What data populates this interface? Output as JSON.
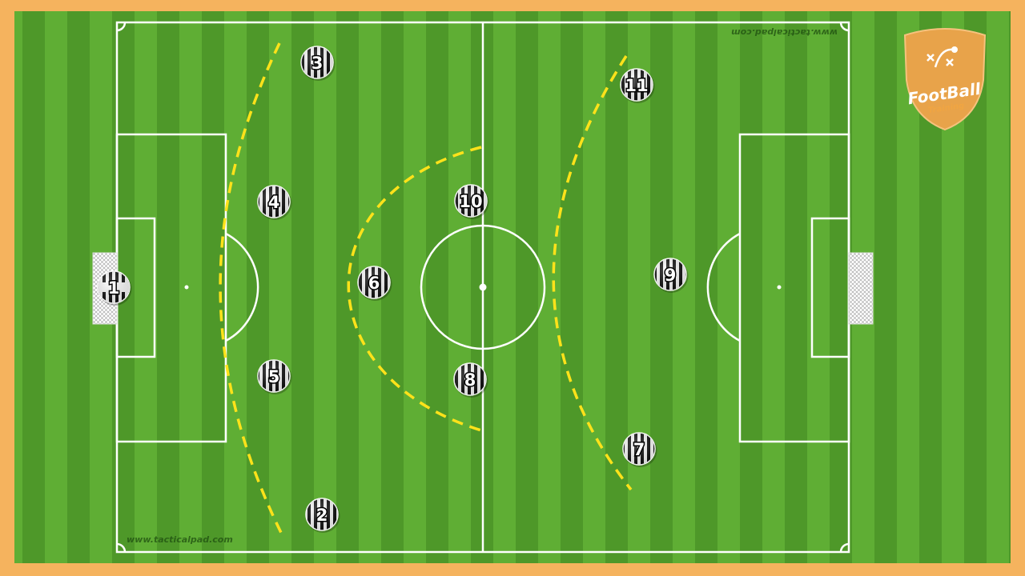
{
  "watermarks": {
    "bottom": "www.tacticalpad.com",
    "top_mirrored": "www.tacticalpad.com"
  },
  "logo": {
    "title": "FootBall",
    "subtitle": "Training"
  },
  "colors": {
    "border": "#f5b35e",
    "grass_light": "#6ab93d",
    "grass_dark": "#4f9a2a",
    "lines": "#ffffff",
    "zones": "#ffe21a",
    "kit_stripe_dark": "#111111",
    "kit_stripe_light": "#ffffff",
    "logo_fill": "#e8a34a"
  },
  "players": [
    {
      "number": "1",
      "role": "goalkeeper"
    },
    {
      "number": "2"
    },
    {
      "number": "3"
    },
    {
      "number": "4"
    },
    {
      "number": "5"
    },
    {
      "number": "6"
    },
    {
      "number": "7"
    },
    {
      "number": "8"
    },
    {
      "number": "9"
    },
    {
      "number": "10"
    },
    {
      "number": "11"
    }
  ]
}
